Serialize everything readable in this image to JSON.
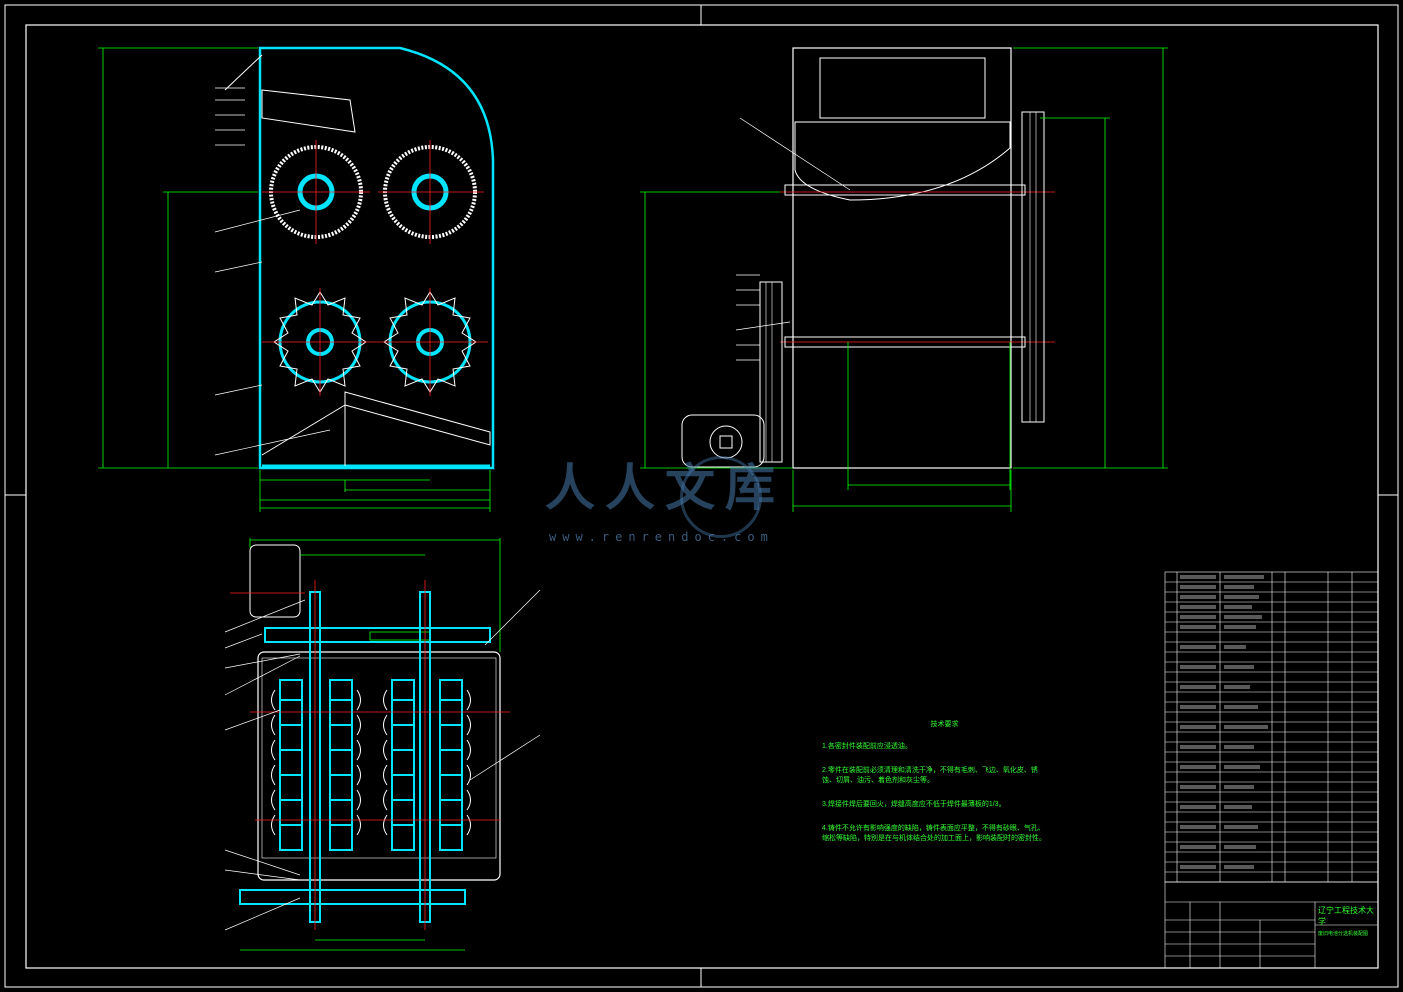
{
  "watermark": {
    "brand": "人人文库",
    "url": "www.renrendoc.com"
  },
  "technical_notes": {
    "title": "技术要求",
    "items": [
      "1.各密封件装配前应浸透油。",
      "2.零件在装配前必须清理和清洗干净，不得有毛刺、飞边、氧化皮、锈蚀、切屑、油污、着色剂和灰尘等。",
      "3.焊接件焊后要回火，焊缝高度应不低于焊件最薄板的1/3。",
      "4.铸件不允许有影响强度的缺陷，铸件表面应平整，不得有砂眼、气孔、缩松等缺陷，特别是在与机体结合处的加工面上，影响装配时的密封性。"
    ]
  },
  "title_block": {
    "university": "辽宁工程技术大学",
    "drawing_name": "废旧电池分选机装配图"
  },
  "colors": {
    "background": "#000000",
    "frame": "#ffffff",
    "component": "#00e5ff",
    "dimension": "#00ff00",
    "center_line": "#ff2020",
    "leader": "#ffffff"
  }
}
